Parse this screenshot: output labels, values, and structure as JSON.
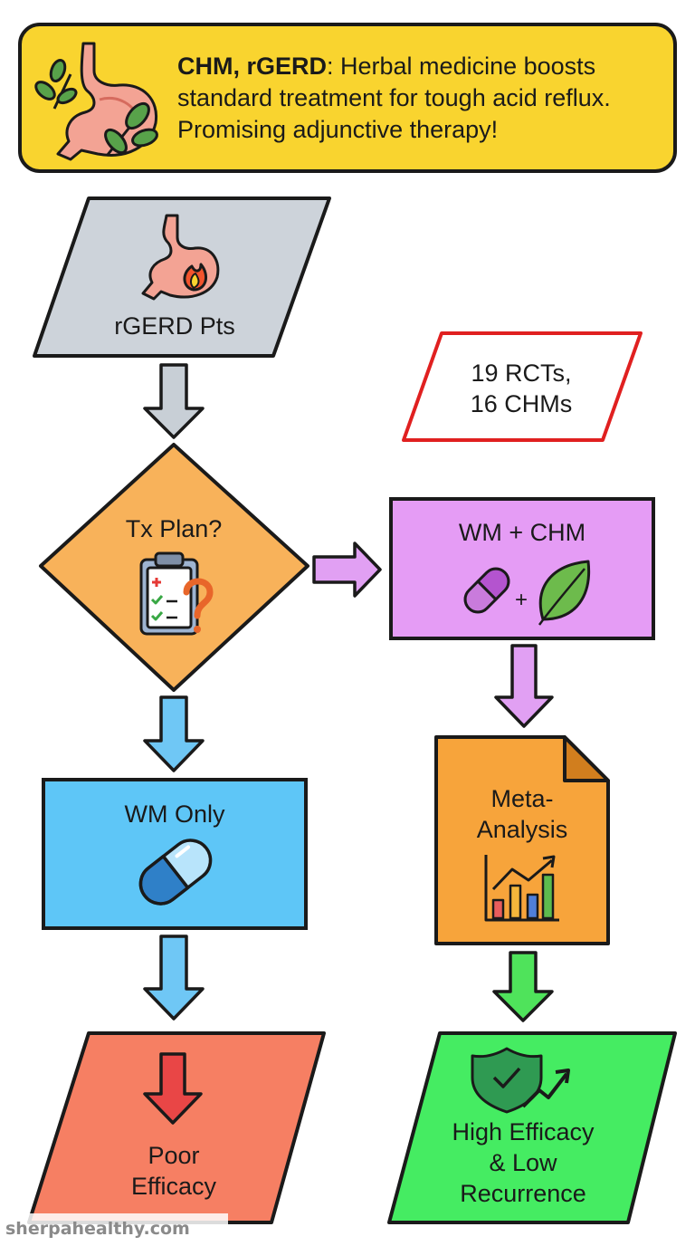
{
  "banner": {
    "bold_lead": "CHM, rGERD",
    "rest": ": Herbal medicine boosts standard treatment for tough acid reflux. Promising adjunctive therapy!"
  },
  "nodes": {
    "patients": "rGERD Pts",
    "studies_line1": "19 RCTs,",
    "studies_line2": "16 CHMs",
    "decision": "Tx Plan?",
    "combo": "WM + CHM",
    "combo_plus": "+",
    "wm_only": "WM Only",
    "meta_line1": "Meta-",
    "meta_line2": "Analysis",
    "poor_line1": "Poor",
    "poor_line2": "Efficacy",
    "high_line1": "High Efficacy",
    "high_line2": "& Low",
    "high_line3": "Recurrence"
  },
  "watermark": "sherpahealthy.com",
  "colors": {
    "banner": "#f9d42f",
    "patients": "#cdd3da",
    "studies_border": "#e02020",
    "decision": "#f8b25a",
    "combo": "#e59cf5",
    "wm_only": "#5ec6f7",
    "meta": "#f7a43b",
    "poor": "#f67f63",
    "high": "#45ec62",
    "arrow_gray": "#c8cfd6",
    "arrow_purple": "#e1a0f3",
    "arrow_blue": "#6fc7f5",
    "arrow_green": "#4fe35b"
  },
  "icons": [
    "stomach-herb-icon",
    "stomach-fire-icon",
    "clipboard-question-icon",
    "capsule-icon",
    "leaf-icon",
    "pill-icon",
    "bar-chart-icon",
    "down-arrow-icon",
    "shield-check-icon"
  ]
}
